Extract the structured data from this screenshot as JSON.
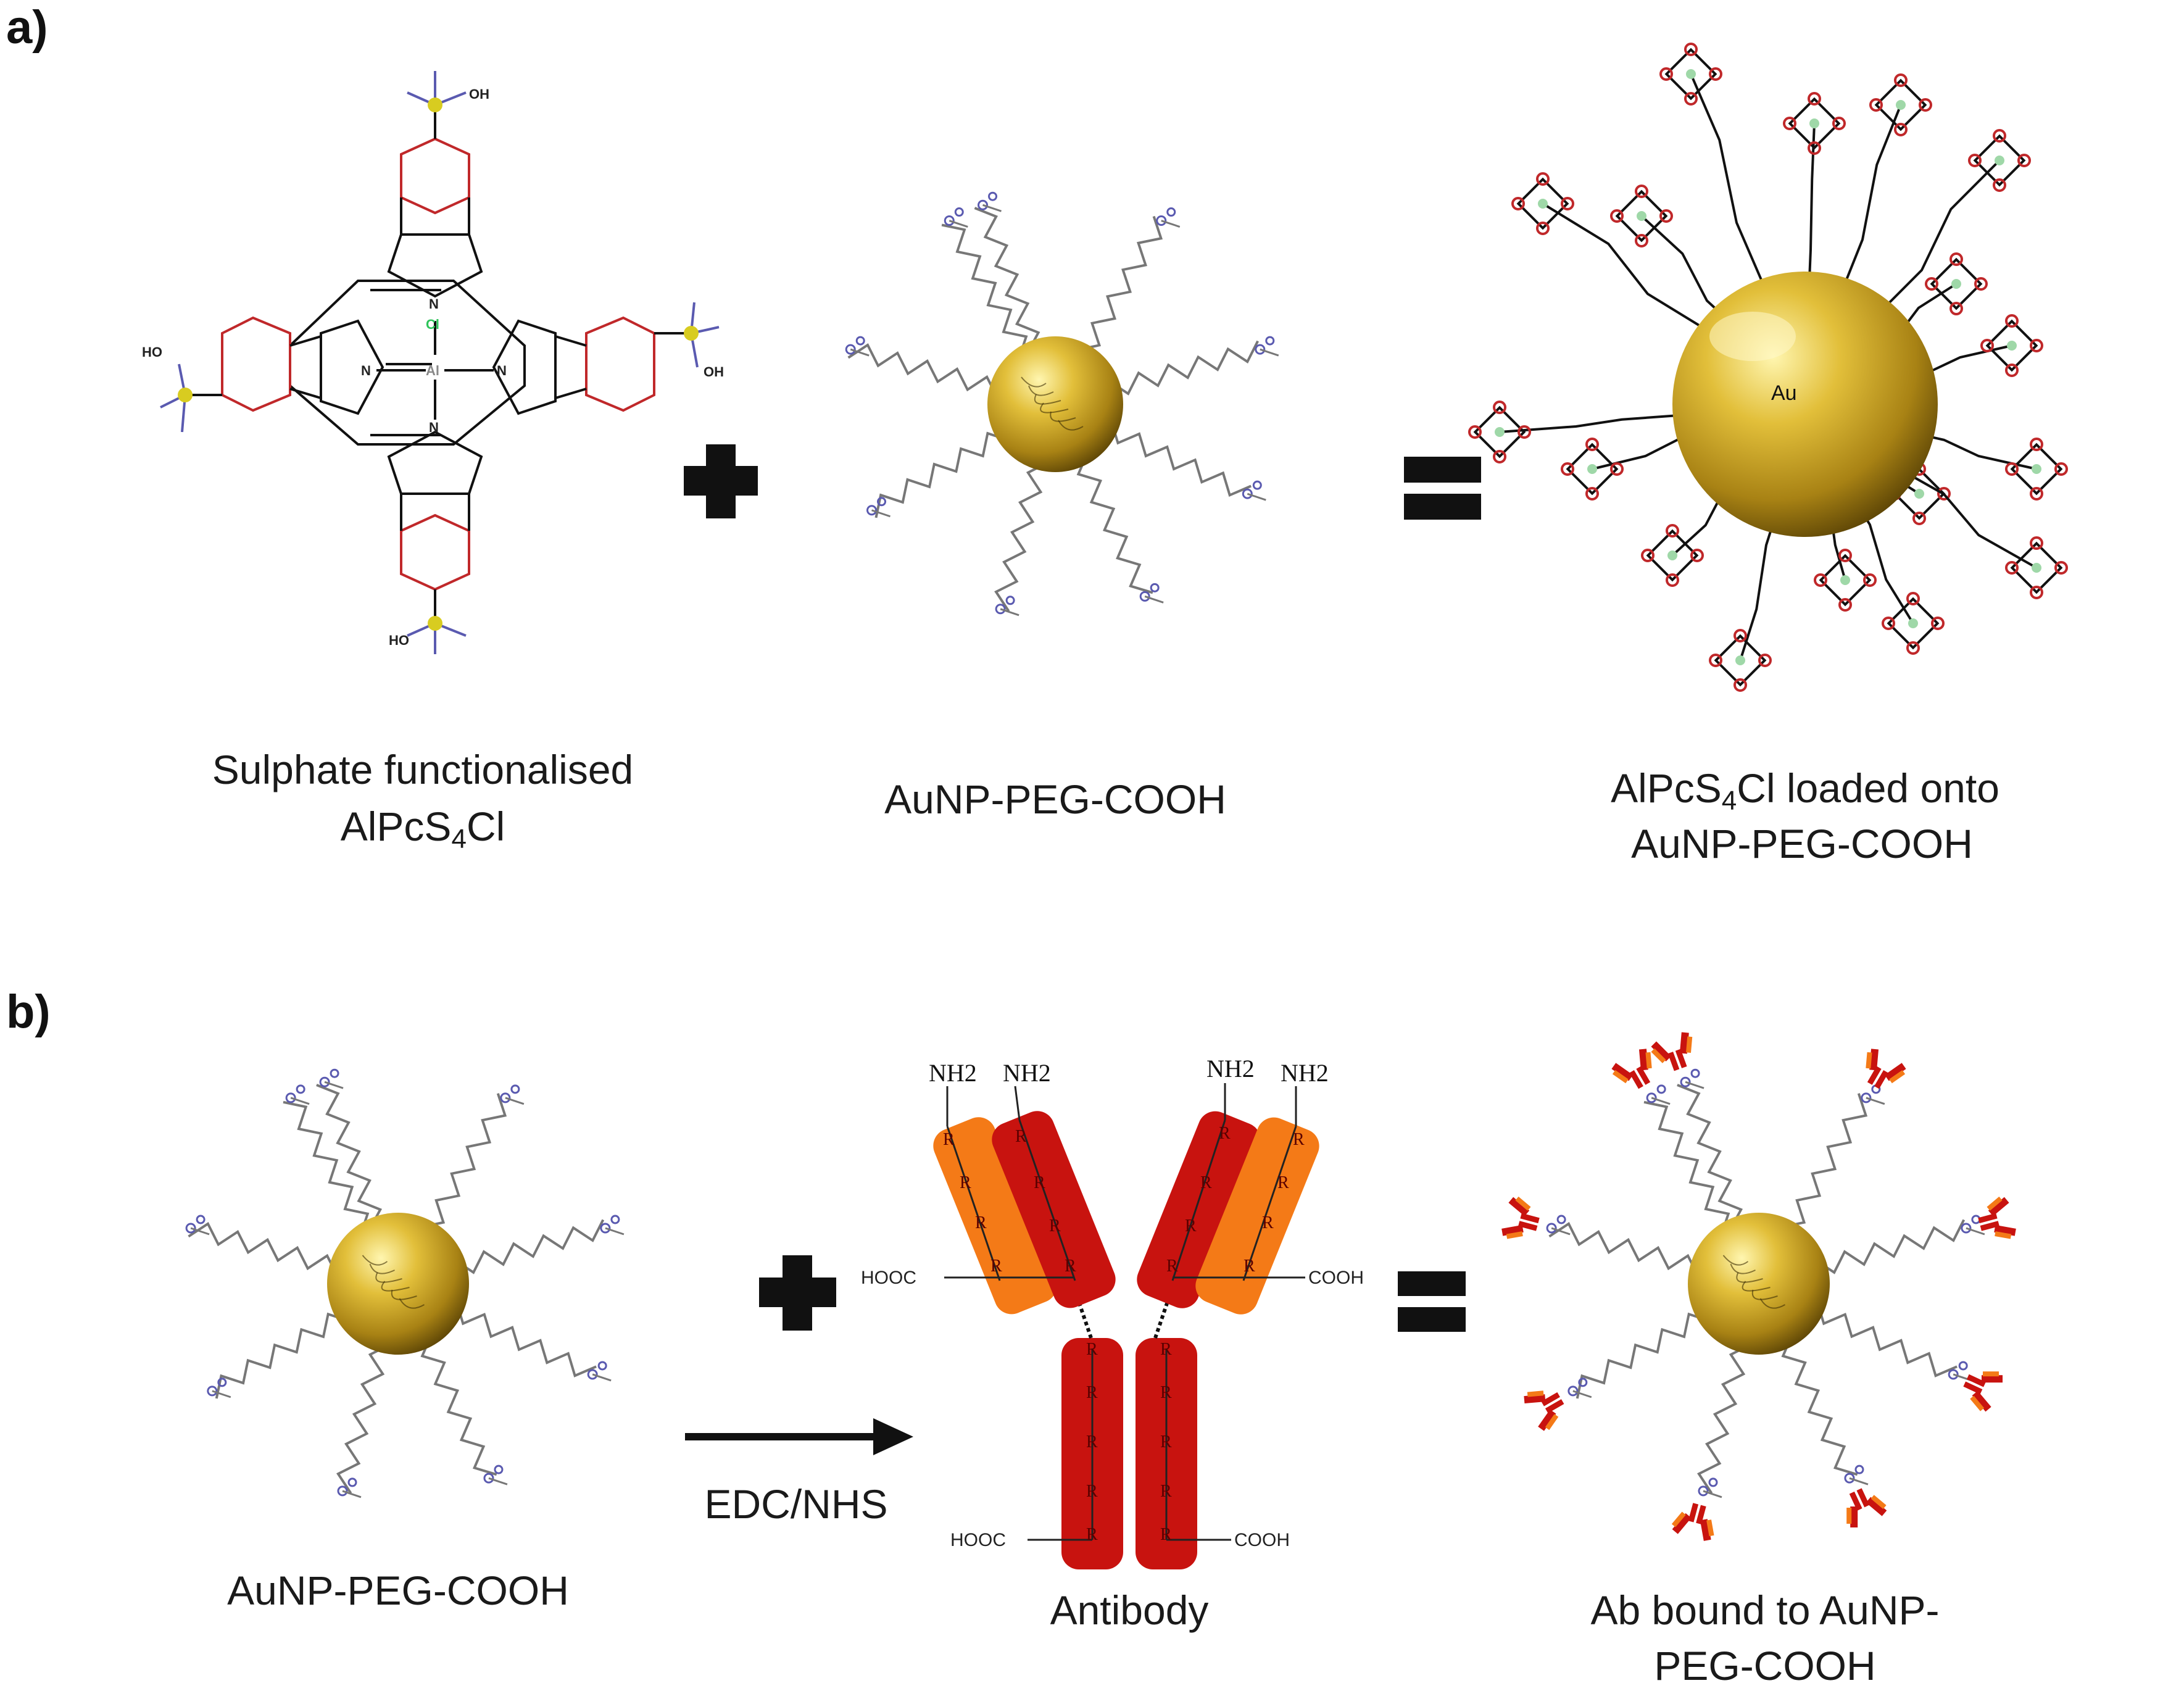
{
  "panels": {
    "a": {
      "label": "a)",
      "caption_molecule_line1": "Sulphate functionalised",
      "caption_molecule_line2_main": "AlPcS",
      "caption_molecule_line2_sub": "4",
      "caption_molecule_line2_tail": "Cl",
      "caption_aunp": "AuNP-PEG-COOH",
      "caption_loaded_line1_main": "AlPcS",
      "caption_loaded_line1_sub": "4",
      "caption_loaded_line1_tail": "Cl loaded onto",
      "caption_loaded_line2": "AuNP-PEG-COOH",
      "plus_symbol": "+",
      "equals_symbol": "="
    },
    "b": {
      "label": "b)",
      "caption_aunp": "AuNP-PEG-COOH",
      "arrow_label": "EDC/NHS",
      "caption_antibody": "Antibody",
      "caption_result_line1": "Ab bound to AuNP-",
      "caption_result_line2": "PEG-COOH",
      "plus_symbol": "+",
      "equals_symbol": "="
    }
  },
  "molecule": {
    "atoms": {
      "cl": "Cl",
      "al": "Al",
      "n": "N",
      "oh": "OH",
      "ho": "HO",
      "s": "S",
      "o": "O"
    }
  },
  "loaded_particle": {
    "core_label": "Au"
  },
  "antibody": {
    "amine_labels": [
      "NH2",
      "NH2",
      "NH2",
      "NH2"
    ],
    "residue_label": "R",
    "acid_left_upper": "HOOC",
    "acid_right_upper": "COOH",
    "acid_left_lower": "HOOC",
    "acid_right_lower": "COOH"
  },
  "colors": {
    "gold_light": "#f4dc6a",
    "gold_mid": "#c9a224",
    "gold_dark": "#6b5208",
    "antibody_red": "#c8130f",
    "antibody_orange": "#f47a17",
    "ring_red": "#c0282a",
    "sulfur_yellow": "#d8cc20",
    "oxygen_blue": "#5a5ab0",
    "chlorine_green": "#2ec45a"
  }
}
